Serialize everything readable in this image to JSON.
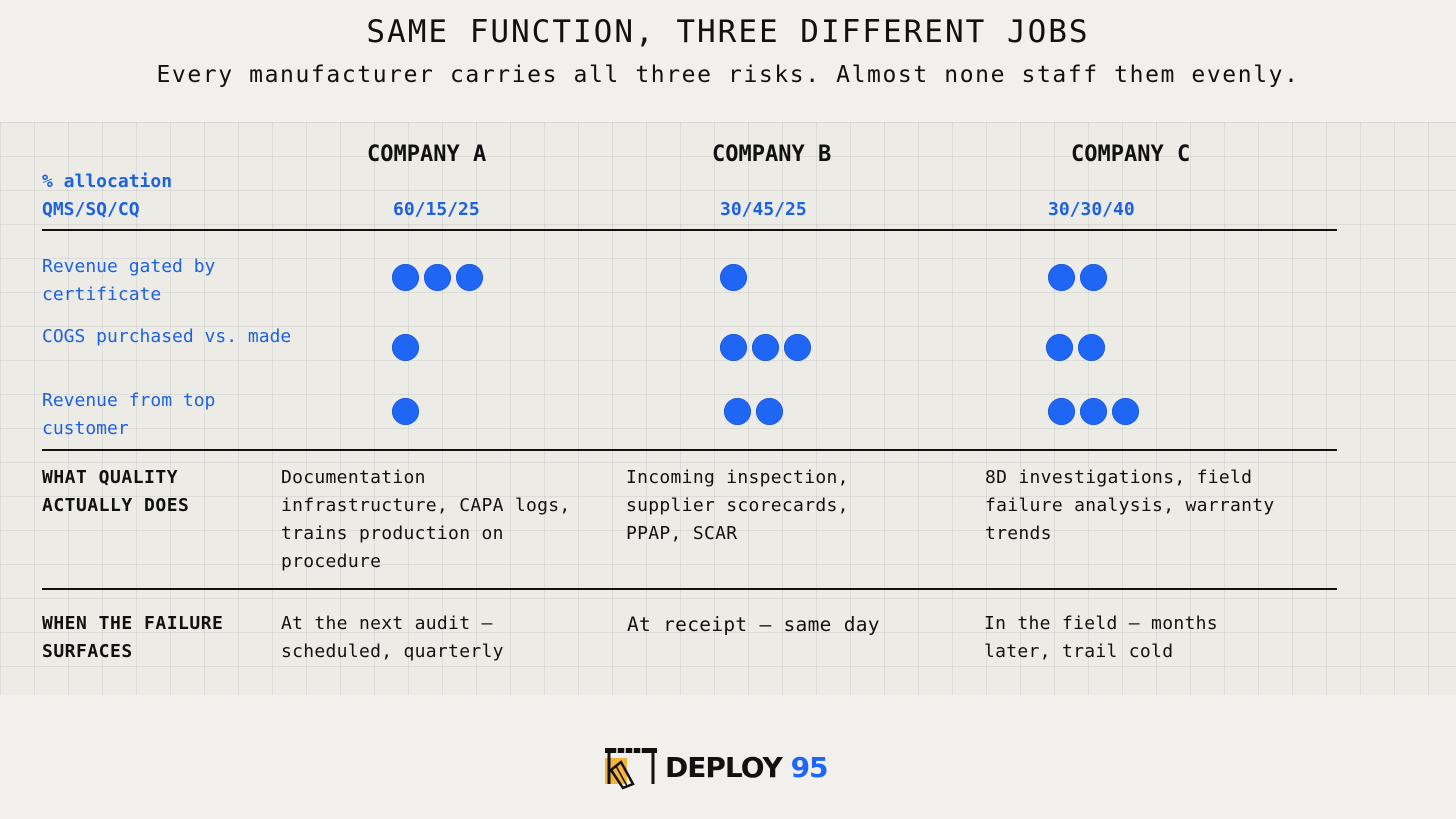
{
  "header": {
    "title": "SAME FUNCTION, THREE DIFFERENT JOBS",
    "subtitle": "Every manufacturer carries all three risks. Almost none staff them evenly."
  },
  "table": {
    "allocation_label_line1": "% allocation",
    "allocation_label_line2": "QMS/SQ/CQ",
    "companies": [
      {
        "name": "COMPANY A",
        "allocation": "60/15/25"
      },
      {
        "name": "COMPANY B",
        "allocation": "30/45/25"
      },
      {
        "name": "COMPANY C",
        "allocation": "30/30/40"
      }
    ],
    "metrics": [
      {
        "label": "Revenue gated by certificate",
        "dots": [
          3,
          1,
          2
        ]
      },
      {
        "label": "COGS purchased vs. made",
        "dots": [
          1,
          3,
          2
        ]
      },
      {
        "label": "Revenue from top customer",
        "dots": [
          1,
          2,
          3
        ]
      }
    ],
    "rows": [
      {
        "label": "WHAT QUALITY ACTUALLY DOES",
        "cells": [
          "Documentation infrastructure, CAPA logs, trains production on procedure",
          "Incoming inspection, supplier scorecards, PPAP, SCAR",
          "8D investigations, field failure analysis, warranty trends"
        ]
      },
      {
        "label": "WHEN THE FAILURE SURFACES",
        "cells": [
          "At the next audit — scheduled, quarterly",
          "At receipt — same day",
          "In the field — months later, trail cold"
        ]
      }
    ]
  },
  "colors": {
    "accent": "#1f66f5",
    "label_blue": "#1f62e0",
    "text": "#111111",
    "background": "#f1f0ec",
    "logo_yellow": "#f2b53a"
  },
  "logo": {
    "word": "DEPLOY",
    "number": "95",
    "icon": "deploy95-logo-icon"
  }
}
